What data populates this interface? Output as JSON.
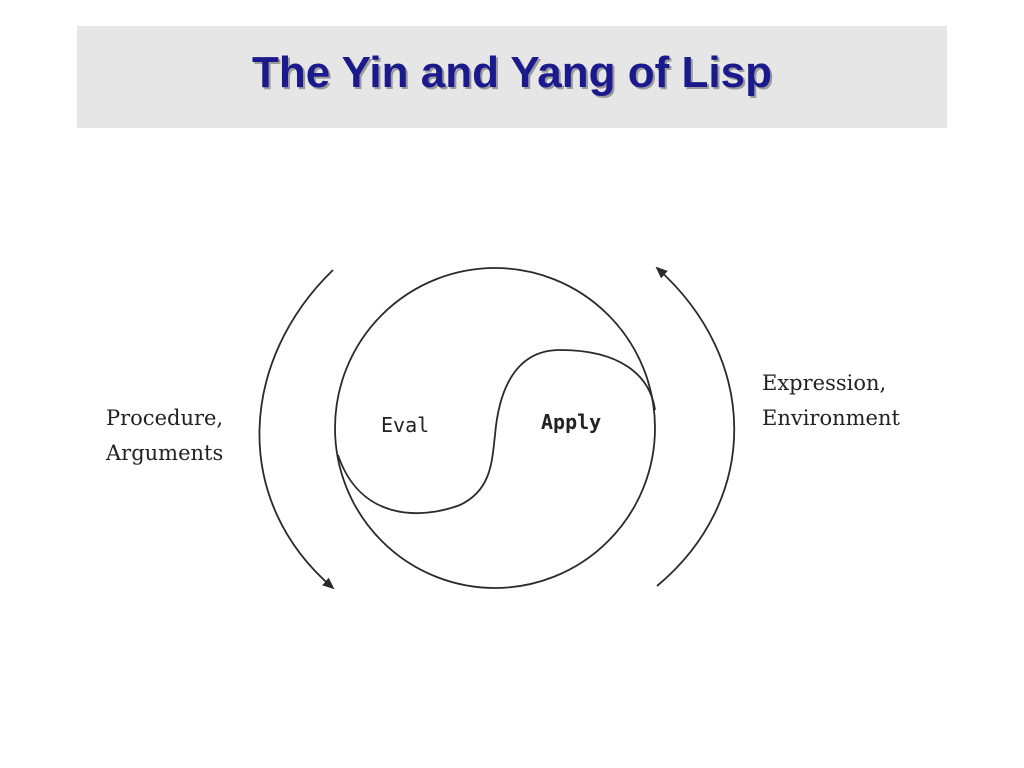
{
  "slide": {
    "title": "The Yin and Yang of Lisp"
  },
  "diagram": {
    "center_left_label": "Eval",
    "center_right_label": "Apply",
    "left_label_lines": [
      "Procedure,",
      "Arguments"
    ],
    "right_label_lines": [
      "Expression,",
      "Environment"
    ]
  },
  "colors": {
    "title_text": "#1a1a8c",
    "title_bar": "#e6e6e6",
    "title_shadow": "#9a9a9a",
    "line": "#2a2a2a"
  }
}
